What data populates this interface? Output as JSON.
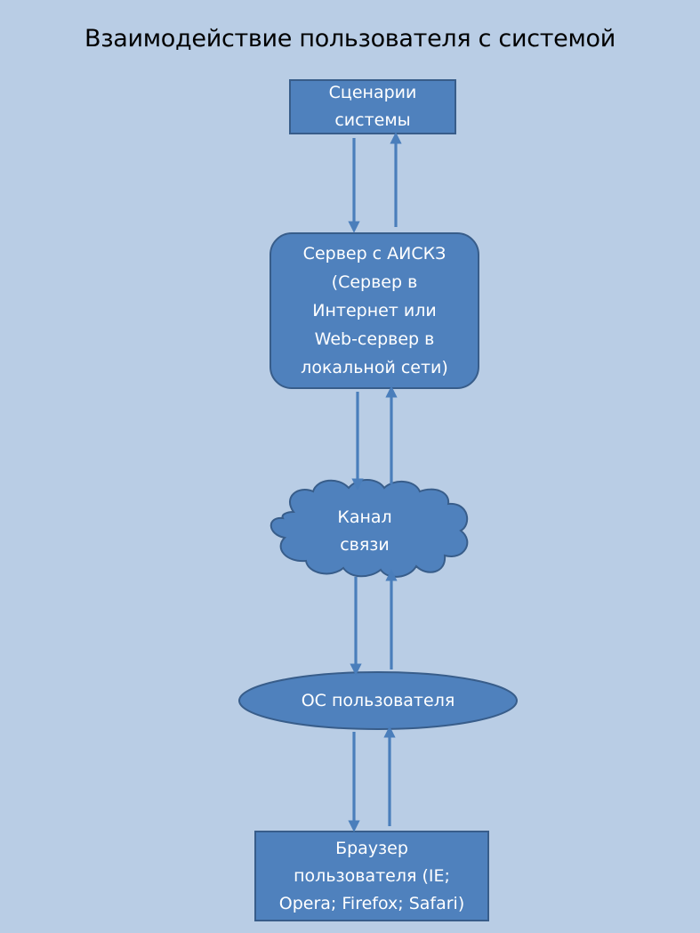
{
  "title": "Взаимодействие пользователя с системой",
  "nodes": {
    "scenarios": "Сценарии\nсистемы",
    "server": "Сервер с АИСКЗ\n(Сервер в\nИнтернет или\nWeb-сервер в\nлокальной сети)",
    "channel": "Канал\nсвязи",
    "os": "ОС пользователя",
    "browser": "Браузер\nпользователя (IE;\nOpera; Firefox; Safari)"
  },
  "colors": {
    "background": "#b9cde5",
    "node_fill": "#4f81bd",
    "node_stroke": "#385d8a",
    "text": "#ffffff",
    "title_text": "#000000",
    "arrow": "#4a7ebb"
  }
}
